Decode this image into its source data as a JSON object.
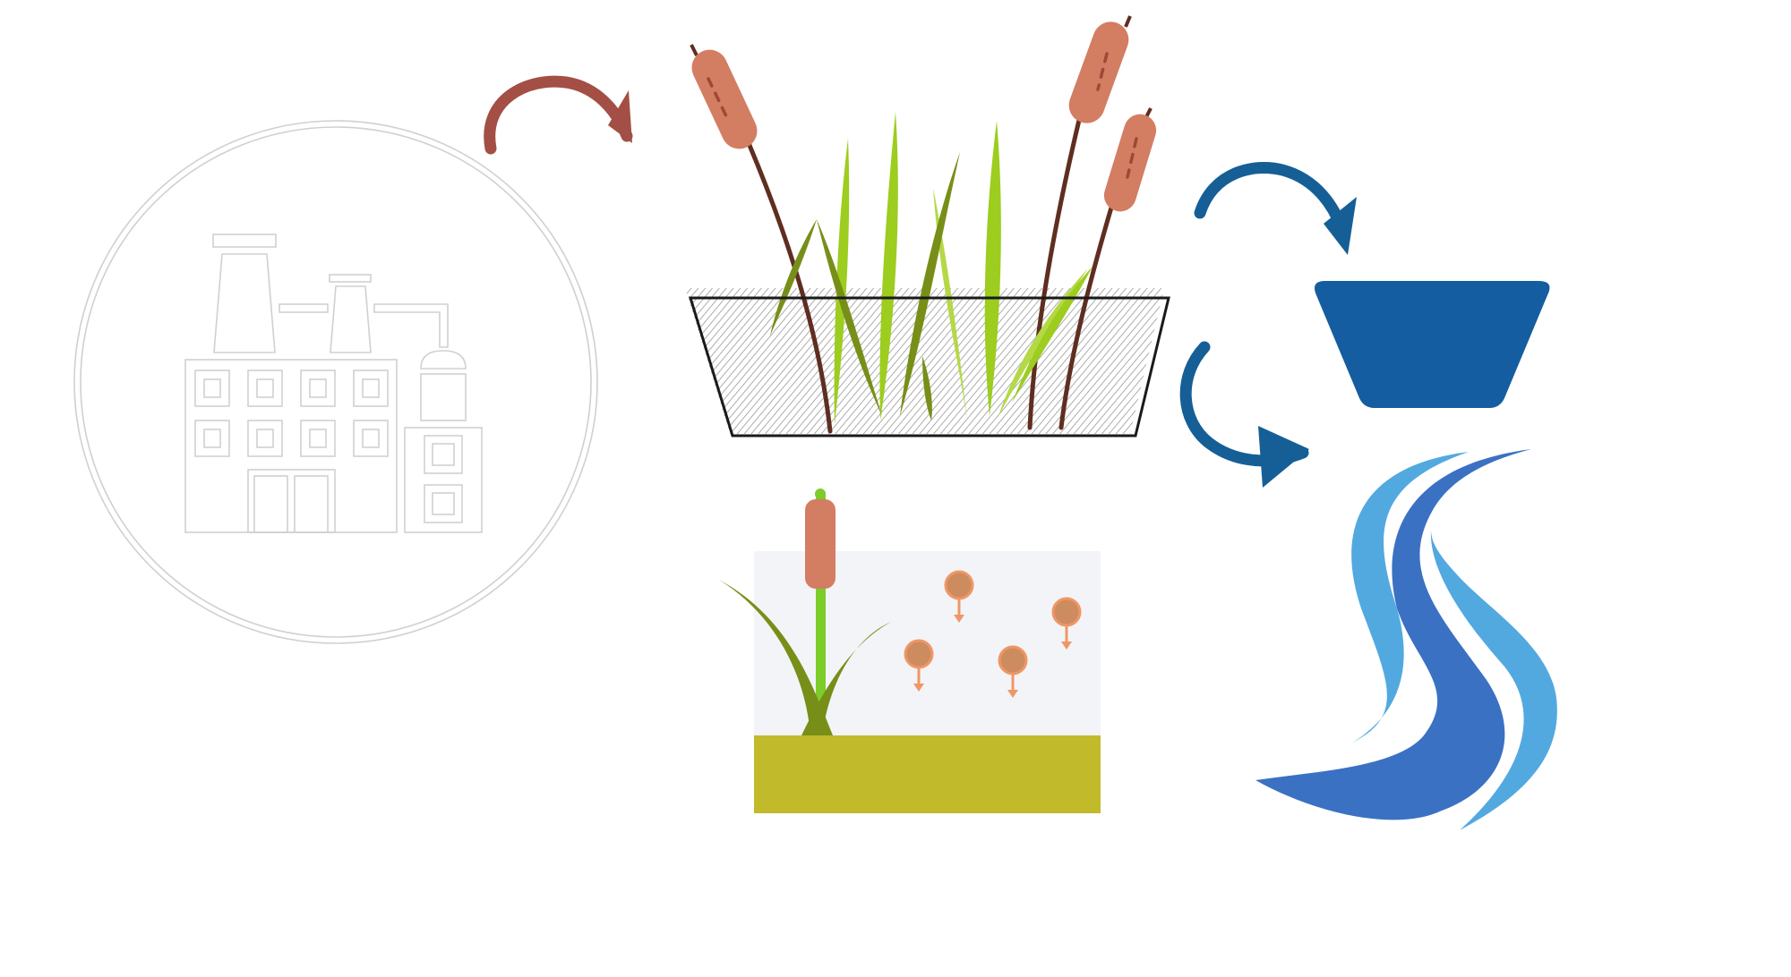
{
  "diagram": {
    "colors": {
      "factory_outline": "#d0d0d0",
      "inflow_arrow": "#a34f45",
      "outflow_arrow": "#155f96",
      "cattail_head": "#d37d62",
      "cattail_stem": "#5f2e20",
      "leaf_light": "#9ccd1f",
      "leaf_mid": "#b4d846",
      "leaf_dark": "#778f18",
      "wetland_hatch": "#888888",
      "sediment_water": "#f3f4f8",
      "sediment_soil": "#c1ba2b",
      "particle_fill": "#cd8b60",
      "particle_edge": "#ef9765",
      "basin": "#145da0",
      "river_main": "#3a71c3",
      "river_light": "#52a9e0"
    },
    "nodes": [
      {
        "id": "factory",
        "icon": "factory-icon"
      },
      {
        "id": "constructed-wetland",
        "icon": "cattail-wetland-icon"
      },
      {
        "id": "sedimentation",
        "icon": "settling-particles-icon"
      },
      {
        "id": "storage-basin",
        "icon": "basin-icon"
      },
      {
        "id": "river",
        "icon": "river-icon"
      }
    ],
    "flows": [
      {
        "from": "factory",
        "to": "constructed-wetland"
      },
      {
        "from": "constructed-wetland",
        "to": "storage-basin"
      },
      {
        "from": "constructed-wetland",
        "to": "river"
      }
    ]
  }
}
